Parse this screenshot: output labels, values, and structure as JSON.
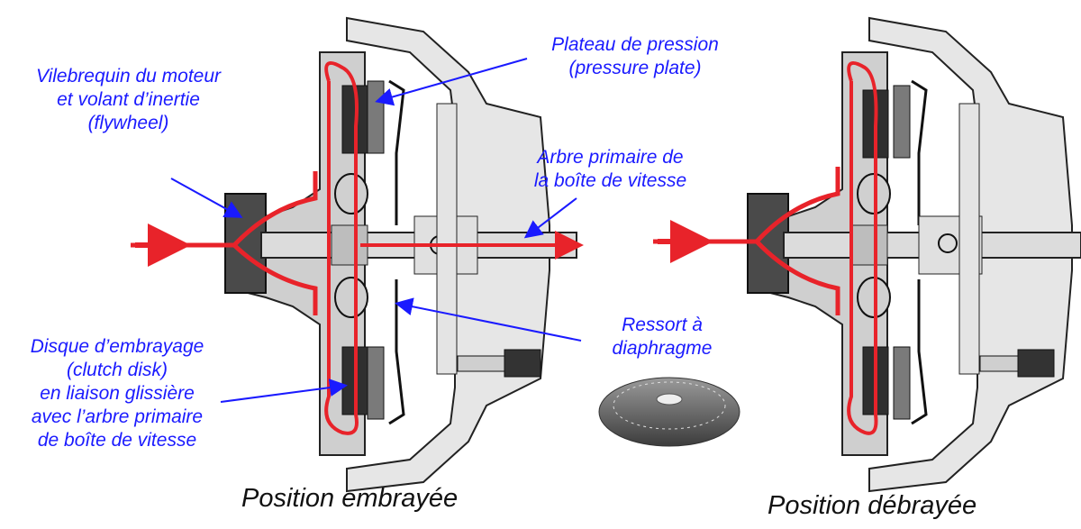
{
  "labels": {
    "flywheel": [
      "Vilebrequin du moteur",
      "et volant d’inertie",
      "(flywheel)"
    ],
    "pressure_plate": [
      "Plateau de pression",
      "(pressure plate)"
    ],
    "input_shaft": [
      "Arbre primaire de",
      "la boîte de vitesse"
    ],
    "diaphragm": [
      "Ressort à",
      "diaphragme"
    ],
    "clutch_disk": [
      "Disque d’embrayage",
      "(clutch disk)",
      "en liaison glissière",
      "avec l’arbre primaire",
      "de boîte de vitesse"
    ]
  },
  "captions": {
    "engaged": "Position embrayée",
    "disengaged": "Position débrayée"
  },
  "colors": {
    "label_text": "#1a1aff",
    "power_flow": "#e8232a",
    "housing": "#d9d9d9",
    "dark_part": "#4a4a4a"
  }
}
